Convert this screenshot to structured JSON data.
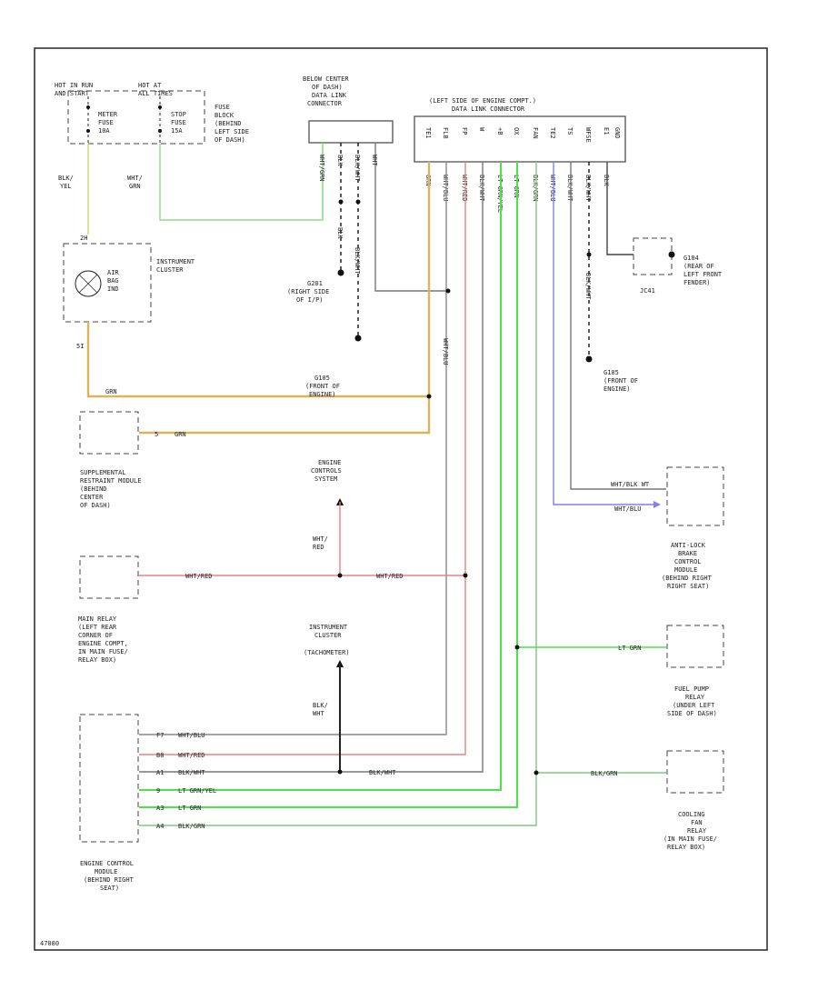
{
  "power": {
    "hot_run_start": [
      "HOT IN RUN",
      "AND START"
    ],
    "hot_all": [
      "HOT AT",
      "ALL TIMES"
    ],
    "meter_fuse": [
      "METER",
      "FUSE",
      "10A"
    ],
    "stop_fuse": [
      "STOP",
      "FUSE",
      "15A"
    ],
    "fuse_block": [
      "FUSE",
      "BLOCK",
      "(BEHIND",
      "LEFT SIDE",
      "OF DASH)"
    ]
  },
  "wires_top": {
    "blk_yel": [
      "BLK/",
      "YEL"
    ],
    "wht_grn": [
      "WHT/",
      "GRN"
    ]
  },
  "dlc_small": {
    "label": [
      "BELOW CENTER",
      "OF DASH)",
      "DATA LINK",
      "CONNECTOR"
    ],
    "pins": [
      "WHT/GRN",
      "BLK",
      "BLK/WHT",
      "WHT"
    ]
  },
  "dlc_big": {
    "label": [
      "(LEFT SIDE OF ENGINE COMPT.)",
      "DATA LINK CONNECTOR"
    ],
    "pins": [
      "TE1",
      "FLB",
      "FP",
      "W",
      "+B",
      "OX",
      "FAN",
      "TE2",
      "TS",
      "WFSE",
      "E1",
      "GND"
    ],
    "wires": [
      "GRN",
      "WHT/BLU",
      "WHT/RED",
      "BLK/WHT",
      "LT GRN/YEL",
      "LT GRN",
      "BLK/GRN",
      "WHT/BLU",
      "BLK/WHT",
      "BLK/WHT",
      "BLK"
    ]
  },
  "instrument_cluster": {
    "label": [
      "INSTRUMENT",
      "CLUSTER"
    ],
    "lamp": [
      "AIR",
      "BAG",
      "IND"
    ],
    "pin_top": "2H",
    "pin_bot": "5I"
  },
  "grounds": {
    "g201": [
      "G201",
      "(RIGHT SIDE",
      "OF I/P)"
    ],
    "g105a": [
      "G105",
      "(FRONT OF",
      "ENGINE)"
    ],
    "g105b": [
      "G105",
      "(FRONT OF",
      "ENGINE)"
    ],
    "g104": [
      "G104",
      "(REAR OF",
      "LEFT FRONT",
      "FENDER)"
    ],
    "jc41": "JC41",
    "blk_wht_v": "BLK/WHT",
    "blk_grn_v": "BLK/GRN",
    "blk_wht_v2": "BLK/WHT",
    "blk_v": "BLK",
    "wht_blu_v": "WHT/BLU"
  },
  "srs": {
    "label": [
      "SUPPLEMENTAL",
      "RESTRAINT MODULE",
      "(BEHIND",
      "CENTER",
      "OF DASH)"
    ],
    "pin": "5",
    "wire": "GRN"
  },
  "ecs": {
    "label": [
      "ENGINE",
      "CONTROLS",
      "SYSTEM"
    ],
    "wire": [
      "WHT/",
      "RED"
    ]
  },
  "main_relay": {
    "label": [
      "MAIN RELAY",
      "(LEFT REAR",
      "CORNER OF",
      "ENGINE COMPT,",
      "IN MAIN FUSE/",
      "RELAY BOX)"
    ],
    "w1": "WHT/RED",
    "w2": "WHT/RED"
  },
  "tach": {
    "label": [
      "INSTRUMENT",
      "CLUSTER",
      "(TACHOMETER)"
    ],
    "wire": [
      "BLK/",
      "WHT"
    ]
  },
  "abs": {
    "label": [
      "ANTI-LOCK",
      "BRAKE",
      "CONTROL",
      "MODULE",
      "(BEHIND RIGHT",
      "RIGHT SEAT)"
    ],
    "w1": "WHT/BLK WT",
    "w2": "WHT/BLU"
  },
  "fuel_pump": {
    "label": [
      "FUEL PUMP",
      "RELAY",
      "(UNDER LEFT",
      "SIDE OF DASH)"
    ],
    "wire": "LT GRN"
  },
  "cooling": {
    "label": [
      "COOLING",
      "FAN",
      "RELAY",
      "(IN MAIN FUSE/",
      "RELAY BOX)"
    ],
    "wire": "BLK/GRN"
  },
  "ecm": {
    "label": [
      "ENGINE CONTROL",
      "MODULE",
      "(BEHIND RIGHT",
      "SEAT)"
    ],
    "pins": [
      "F7",
      "B8",
      "A1",
      "9",
      "A3",
      "A4"
    ],
    "wires": [
      "WHT/BLU",
      "WHT/RED",
      "BLK/WHT",
      "LT GRN/YEL",
      "LT GRN",
      "BLK/GRN"
    ],
    "blk_wht_mid": "BLK/WHT"
  },
  "footer": {
    "code": "47080"
  }
}
